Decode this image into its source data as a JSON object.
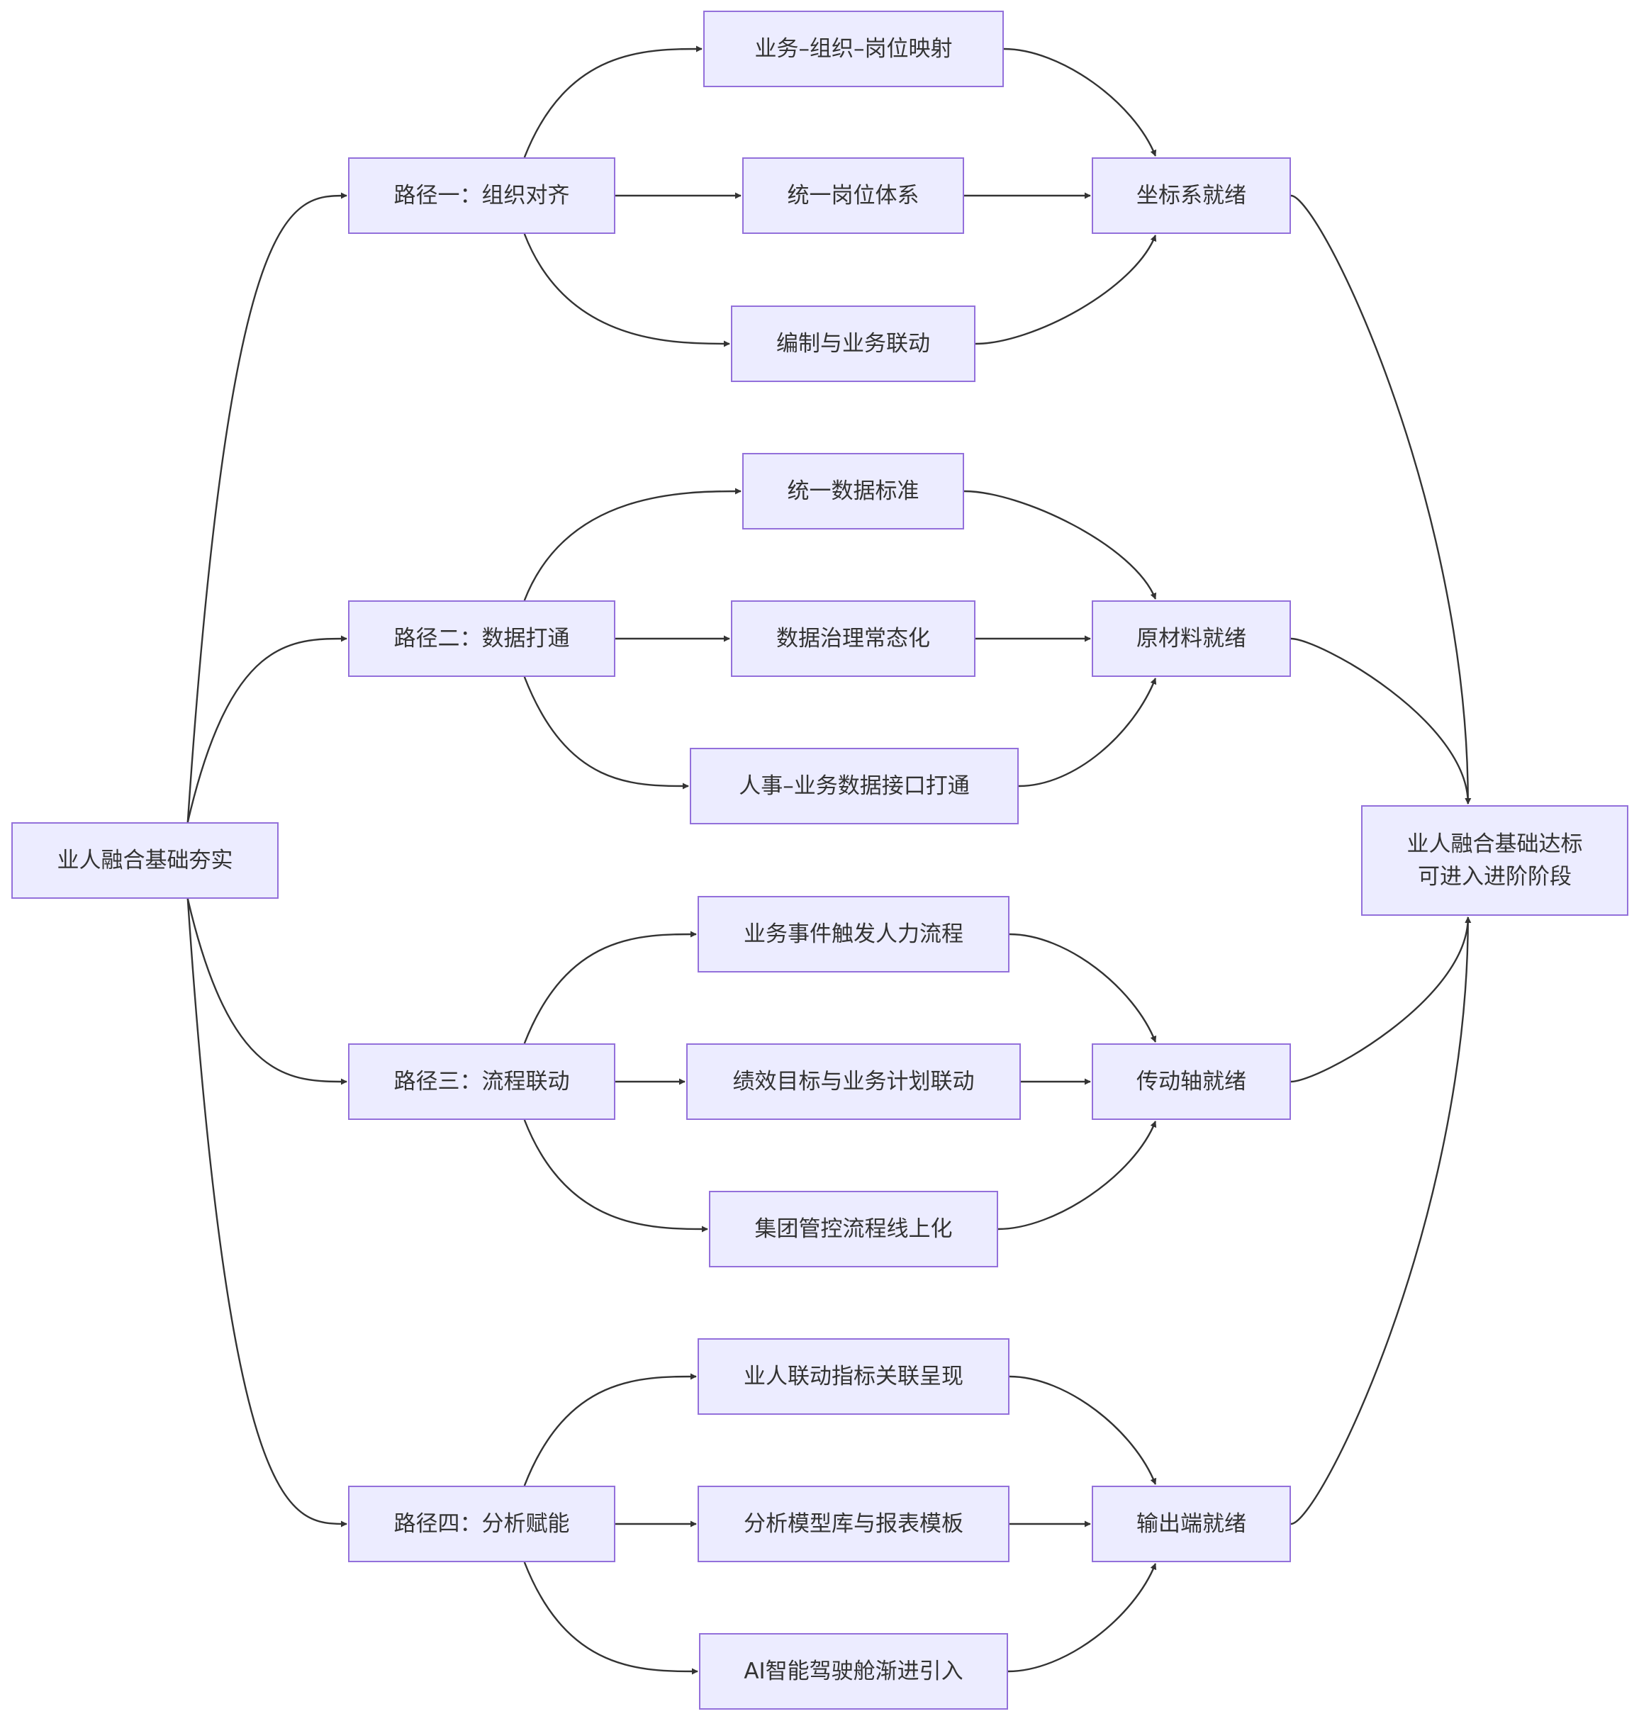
{
  "colors": {
    "node_fill": "#ECECFF",
    "node_border": "#9370DB",
    "text": "#333333",
    "edge": "#333333"
  },
  "nodes": {
    "root": {
      "lines": [
        "业人融合基础夯实"
      ]
    },
    "path1": {
      "lines": [
        "路径一：组织对齐"
      ]
    },
    "path2": {
      "lines": [
        "路径二：数据打通"
      ]
    },
    "path3": {
      "lines": [
        "路径三：流程联动"
      ]
    },
    "path4": {
      "lines": [
        "路径四：分析赋能"
      ]
    },
    "p1a": {
      "lines": [
        "业务–组织–岗位映射"
      ]
    },
    "p1b": {
      "lines": [
        "统一岗位体系"
      ]
    },
    "p1c": {
      "lines": [
        "编制与业务联动"
      ]
    },
    "p2a": {
      "lines": [
        "统一数据标准"
      ]
    },
    "p2b": {
      "lines": [
        "数据治理常态化"
      ]
    },
    "p2c": {
      "lines": [
        "人事–业务数据接口打通"
      ]
    },
    "p3a": {
      "lines": [
        "业务事件触发人力流程"
      ]
    },
    "p3b": {
      "lines": [
        "绩效目标与业务计划联动"
      ]
    },
    "p3c": {
      "lines": [
        "集团管控流程线上化"
      ]
    },
    "p4a": {
      "lines": [
        "业人联动指标关联呈现"
      ]
    },
    "p4b": {
      "lines": [
        "分析模型库与报表模板"
      ]
    },
    "p4c": {
      "lines": [
        "AI智能驾驶舱渐进引入"
      ]
    },
    "r1": {
      "lines": [
        "坐标系就绪"
      ]
    },
    "r2": {
      "lines": [
        "原材料就绪"
      ]
    },
    "r3": {
      "lines": [
        "传动轴就绪"
      ]
    },
    "r4": {
      "lines": [
        "输出端就绪"
      ]
    },
    "final": {
      "lines": [
        "业人融合基础达标",
        "可进入进阶阶段"
      ]
    }
  },
  "edges": [
    [
      "root",
      "path1"
    ],
    [
      "root",
      "path2"
    ],
    [
      "root",
      "path3"
    ],
    [
      "root",
      "path4"
    ],
    [
      "path1",
      "p1a"
    ],
    [
      "path1",
      "p1b"
    ],
    [
      "path1",
      "p1c"
    ],
    [
      "path2",
      "p2a"
    ],
    [
      "path2",
      "p2b"
    ],
    [
      "path2",
      "p2c"
    ],
    [
      "path3",
      "p3a"
    ],
    [
      "path3",
      "p3b"
    ],
    [
      "path3",
      "p3c"
    ],
    [
      "path4",
      "p4a"
    ],
    [
      "path4",
      "p4b"
    ],
    [
      "path4",
      "p4c"
    ],
    [
      "p1a",
      "r1"
    ],
    [
      "p1b",
      "r1"
    ],
    [
      "p1c",
      "r1"
    ],
    [
      "p2a",
      "r2"
    ],
    [
      "p2b",
      "r2"
    ],
    [
      "p2c",
      "r2"
    ],
    [
      "p3a",
      "r3"
    ],
    [
      "p3b",
      "r3"
    ],
    [
      "p3c",
      "r3"
    ],
    [
      "p4a",
      "r4"
    ],
    [
      "p4b",
      "r4"
    ],
    [
      "p4c",
      "r4"
    ],
    [
      "r1",
      "final"
    ],
    [
      "r2",
      "final"
    ],
    [
      "r3",
      "final"
    ],
    [
      "r4",
      "final"
    ]
  ]
}
